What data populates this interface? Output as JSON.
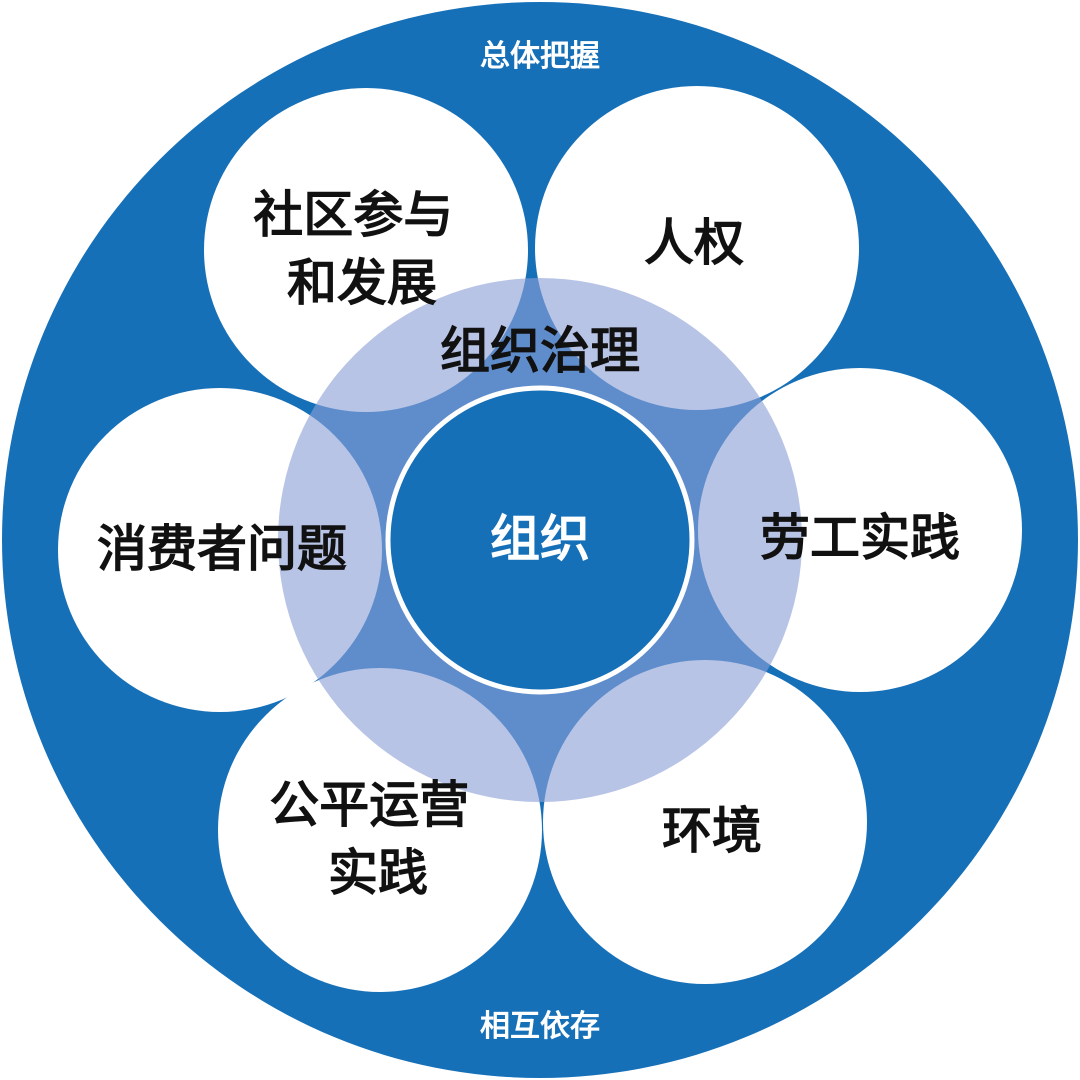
{
  "outer_top_label": "总体把握",
  "outer_bottom_label": "相互依存",
  "middle_ring_label": "组织治理",
  "center_label": "组织",
  "subjects": [
    {
      "id": "community",
      "lines": [
        "社区参与",
        "和发展"
      ]
    },
    {
      "id": "human-rights",
      "lines": [
        "人权"
      ]
    },
    {
      "id": "labour",
      "lines": [
        "劳工实践"
      ]
    },
    {
      "id": "environment",
      "lines": [
        "环境"
      ]
    },
    {
      "id": "fair-operating",
      "lines": [
        "公平运营",
        "实践"
      ]
    },
    {
      "id": "consumer",
      "lines": [
        "消费者问题"
      ]
    }
  ],
  "colors": {
    "outer_blue": "#1670b8",
    "ring_lavender": "#b7c0e4",
    "center_blue": "#1670b8",
    "white": "#ffffff",
    "text_dark": "#111111"
  }
}
